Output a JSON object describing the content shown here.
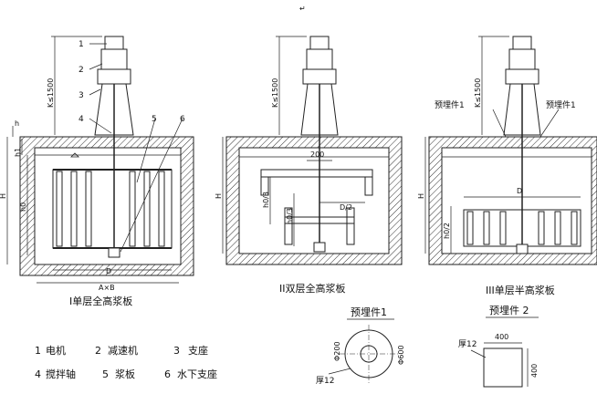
{
  "top_mark": "↵",
  "panel1": {
    "caption": "I单层全高浆板",
    "callouts": [
      "1",
      "2",
      "3",
      "4",
      "5",
      "6"
    ],
    "dims": {
      "k": "K≤1500",
      "h": "h",
      "h1": "h1",
      "H": "H",
      "h0": "h0",
      "AxB": "A×B",
      "D": "D"
    }
  },
  "panel2": {
    "caption": "II双层全高浆板",
    "dims": {
      "k": "K≤1500",
      "H": "H",
      "h0_3": "h0/3",
      "h0_3b": "h0/3",
      "D_2": "D/2",
      "v200": "200"
    }
  },
  "panel3": {
    "caption": "III单层半高浆板",
    "embed1": "预埋件1",
    "embed2": "预埋件1",
    "dims": {
      "k": "K≤1500",
      "H": "H",
      "h0_2": "h0/2",
      "D": "D"
    }
  },
  "legend": [
    {
      "num": "1",
      "name": "电机"
    },
    {
      "num": "2",
      "name": "减速机"
    },
    {
      "num": "3",
      "name": "支座"
    },
    {
      "num": "4",
      "name": "搅拌轴"
    },
    {
      "num": "5",
      "name": "浆板"
    },
    {
      "num": "6",
      "name": "水下支座"
    }
  ],
  "detail1": {
    "title": "预埋件1",
    "dim200": "Φ200",
    "dim600": "Φ600",
    "thick": "厚12"
  },
  "detail2": {
    "title": "预埋件 2",
    "thick": "厚12",
    "w400": "400",
    "h400": "400"
  }
}
